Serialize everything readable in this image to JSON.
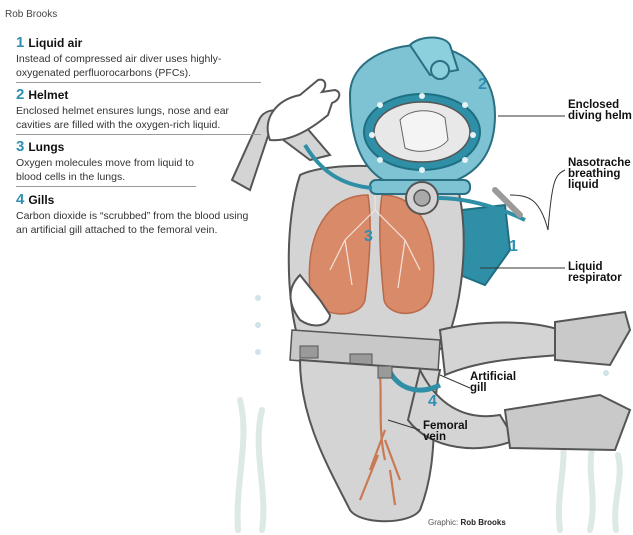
{
  "credit": "Rob Brooks",
  "steps": [
    {
      "num": "1",
      "title": "Liquid air",
      "desc": "Instead of compressed air diver uses highly-oxygenated perfluorocarbons (PFCs)."
    },
    {
      "num": "2",
      "title": "Helmet",
      "desc": "Enclosed helmet ensures lungs, nose and ear cavities are filled with the oxygen-rich liquid."
    },
    {
      "num": "3",
      "title": "Lungs",
      "desc": "Oxygen molecules move from liquid to blood cells in the lungs."
    },
    {
      "num": "4",
      "title": "Gills",
      "desc": "Carbon dioxide is “scrubbed” from the blood using an artificial gill attached to the femoral vein."
    }
  ],
  "callouts": {
    "enclosed_helmet": "Enclosed\ndiving helm",
    "nasotracheal": "Nasotrache\nbreathing\nliquid",
    "liquid_respirator": "Liquid\nrespirator",
    "artificial_gill": "Artificial\ngill",
    "femoral_vein": "Femoral\nvein"
  },
  "diagram_numbers": {
    "n1": "1",
    "n2": "2",
    "n3": "3",
    "n4": "4"
  },
  "source": {
    "prefix": "Graphic:",
    "name": "Rob Brooks"
  },
  "colors": {
    "accent": "#2e8fb2",
    "suit": "#d4d4d4",
    "helmet": "#7ec3d4",
    "lungs": "#d98a68",
    "seaweed": "#dfece6"
  }
}
